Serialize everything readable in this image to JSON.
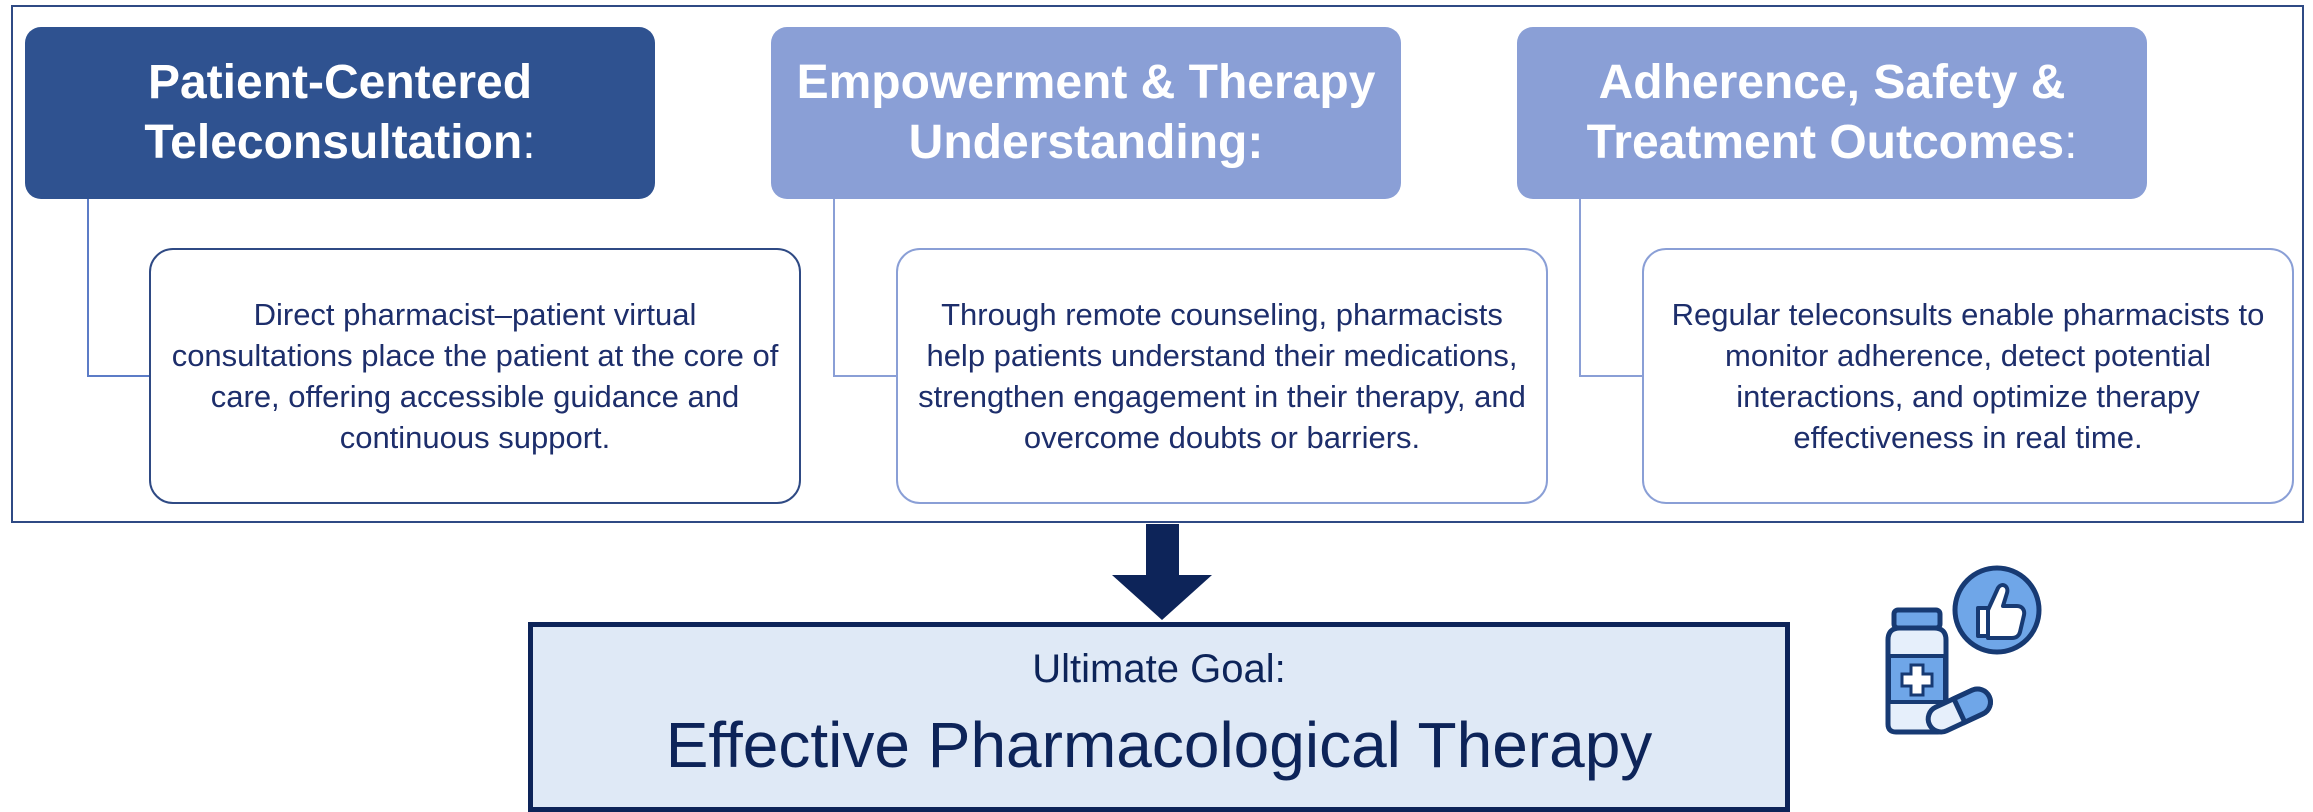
{
  "columns": [
    {
      "title": "Patient-Centered Teleconsultation",
      "title_suffix": ":",
      "description": "Direct pharmacist–patient virtual consultations place the patient at the core of care, offering accessible guidance and continuous support."
    },
    {
      "title": "Empowerment & Therapy Understanding:",
      "title_suffix": "",
      "description": "Through remote counseling, pharmacists help patients understand their medications, strengthen engagement in their therapy, and overcome doubts or barriers."
    },
    {
      "title": "Adherence, Safety & Treatment Outcomes",
      "title_suffix": ":",
      "description": "Regular teleconsults enable pharmacists to monitor adherence, detect potential interactions, and optimize therapy effectiveness in real time."
    }
  ],
  "goal": {
    "label": "Ultimate Goal:",
    "title": "Effective Pharmacological Therapy"
  },
  "icons": {
    "arrow": "down-arrow-icon",
    "medicine": "medicine-bottle-icon",
    "approval": "thumbs-up-icon"
  },
  "colors": {
    "dark_blue": "#2f5290",
    "light_blue": "#8a9fd6",
    "navy": "#0d2459",
    "goal_fill": "#dfe9f6"
  }
}
